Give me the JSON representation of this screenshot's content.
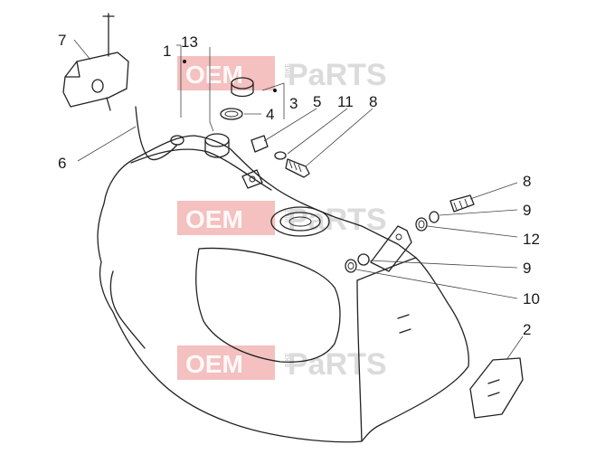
{
  "watermark": {
    "left": "OEM",
    "middle": "BIKE",
    "right": "PaRTS"
  },
  "callouts": [
    {
      "id": "c-7",
      "text": "7"
    },
    {
      "id": "c-1",
      "text": "1"
    },
    {
      "id": "c-13",
      "text": "13"
    },
    {
      "id": "c-3",
      "text": "3"
    },
    {
      "id": "c-4",
      "text": "4"
    },
    {
      "id": "c-5",
      "text": "5"
    },
    {
      "id": "c-11",
      "text": "11"
    },
    {
      "id": "c-8a",
      "text": "8"
    },
    {
      "id": "c-6",
      "text": "6"
    },
    {
      "id": "c-8b",
      "text": "8"
    },
    {
      "id": "c-9a",
      "text": "9"
    },
    {
      "id": "c-12",
      "text": "12"
    },
    {
      "id": "c-9b",
      "text": "9"
    },
    {
      "id": "c-10",
      "text": "10"
    },
    {
      "id": "c-2",
      "text": "2"
    }
  ],
  "colors": {
    "watermark_red": "#e04b4b",
    "line": "#222222"
  }
}
